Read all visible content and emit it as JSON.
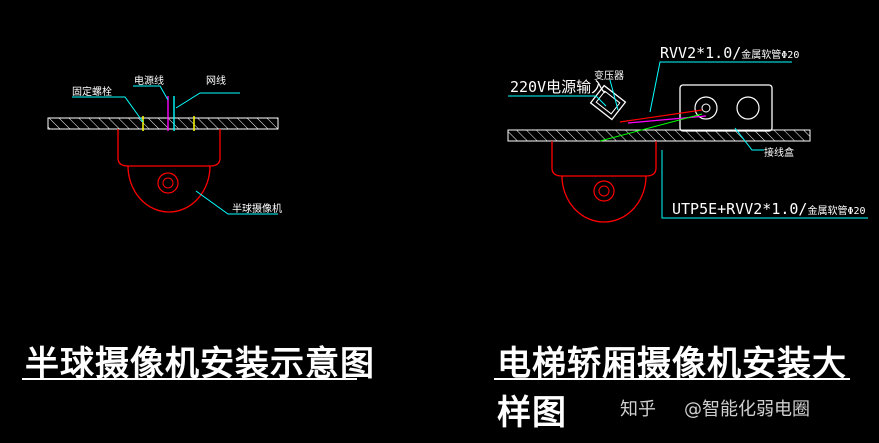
{
  "left": {
    "title": "半球摄像机安装示意图",
    "labels": {
      "fixing_bolt": "固定螺栓",
      "power_cable": "电源线",
      "network_cable": "网线",
      "camera": "半球摄像机"
    }
  },
  "right": {
    "title": "电梯轿厢摄像机安装大样图",
    "labels": {
      "power_in": "220V电源输入",
      "transformer": "变压器",
      "rvv_prefix": "RVV2*1.0/",
      "rvv_suffix": "金属软管Φ20",
      "junction_box": "接线盒",
      "utp_prefix": "UTP5E+RVV2*1.0/",
      "utp_suffix": "金属软管Φ20"
    }
  },
  "watermark": {
    "site": "知乎",
    "author": "@智能化弱电圈"
  },
  "colors": {
    "background": "#000000",
    "red": "#ff0000",
    "white": "#ffffff",
    "cyan": "#00ffff",
    "green": "#00ff00",
    "yellow": "#ffff00",
    "magenta": "#ff00ff"
  }
}
